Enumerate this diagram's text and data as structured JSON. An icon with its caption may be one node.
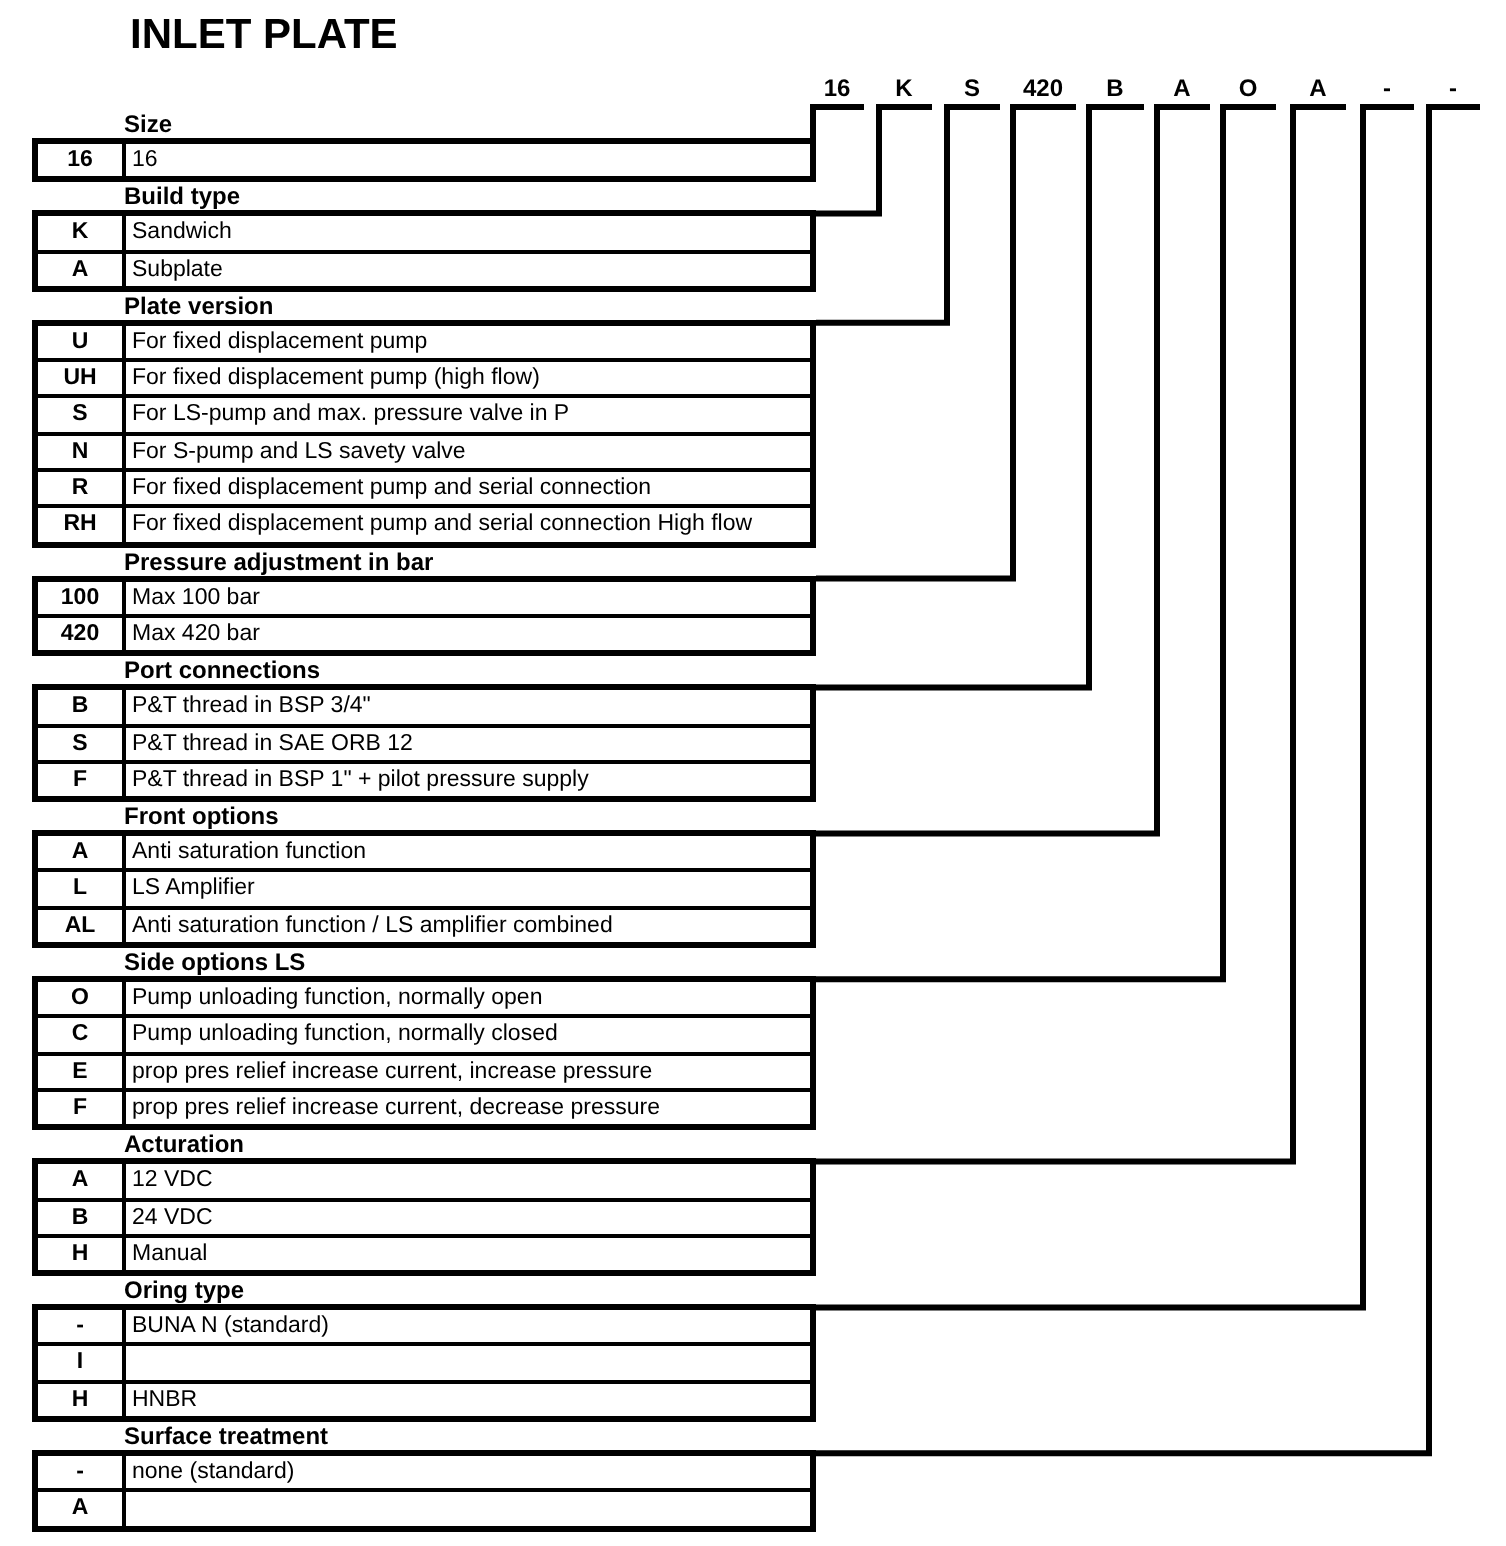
{
  "diagram": {
    "title": "INLET PLATE",
    "nodes": [
      {
        "text": [
          "16"
        ]
      },
      {
        "text": [
          "K"
        ]
      },
      {
        "text": [
          "S"
        ]
      },
      {
        "text": [
          "420"
        ]
      },
      {
        "text": [
          "B"
        ]
      },
      {
        "text": [
          "A"
        ]
      },
      {
        "text": [
          "O"
        ]
      },
      {
        "text": [
          "A"
        ]
      },
      {
        "text": [
          "-"
        ]
      },
      {
        "text": [
          "-"
        ]
      },
      {
        "text": [
          "Size"
        ]
      },
      {
        "text": [
          "16",
          "16"
        ],
        "in": 10
      },
      {
        "text": [
          "Build type"
        ]
      },
      {
        "text": [
          "K",
          "Sandwich"
        ],
        "in": 12
      },
      {
        "text": [
          "A",
          "Subplate"
        ],
        "in": 12
      },
      {
        "text": [
          "Plate version"
        ]
      },
      {
        "text": [
          "U",
          "For fixed displacement pump"
        ],
        "in": 15
      },
      {
        "text": [
          "UH",
          "For fixed displacement pump (high flow)"
        ],
        "in": 15
      },
      {
        "text": [
          "S",
          "For LS-pump and max. pressure valve in P"
        ],
        "in": 15
      },
      {
        "text": [
          "N",
          "For S-pump and LS savety valve"
        ],
        "in": 15
      },
      {
        "text": [
          "R",
          "For fixed displacement pump and serial connection"
        ],
        "in": 15
      },
      {
        "text": [
          "RH",
          "For fixed displacement pump and serial connection High flow"
        ],
        "in": 15
      },
      {
        "text": [
          "Pressure adjustment in bar"
        ]
      },
      {
        "text": [
          "100",
          "Max 100 bar"
        ],
        "in": 22
      },
      {
        "text": [
          "420",
          "Max 420 bar"
        ],
        "in": 22
      },
      {
        "text": [
          "Port connections"
        ]
      },
      {
        "text": [
          "B",
          "P&T thread in BSP 3/4\""
        ],
        "in": 25
      },
      {
        "text": [
          "S",
          "P&T thread in SAE ORB 12"
        ],
        "in": 25
      },
      {
        "text": [
          "F",
          "P&T thread in BSP 1\"  + pilot pressure supply"
        ],
        "in": 25
      },
      {
        "text": [
          "Front options"
        ]
      },
      {
        "text": [
          "A",
          "Anti saturation function"
        ],
        "in": 29
      },
      {
        "text": [
          "L",
          "LS Amplifier"
        ],
        "in": 29
      },
      {
        "text": [
          "AL",
          "Anti saturation function / LS amplifier combined"
        ],
        "in": 29
      },
      {
        "text": [
          "Side options LS"
        ]
      },
      {
        "text": [
          "O",
          "Pump unloading function, normally open"
        ],
        "in": 33
      },
      {
        "text": [
          "C",
          "Pump unloading function, normally closed"
        ],
        "in": 33
      },
      {
        "text": [
          "E",
          "prop pres relief increase current, increase pressure"
        ],
        "in": 33
      },
      {
        "text": [
          "F",
          "prop pres relief increase current, decrease pressure"
        ],
        "in": 33
      },
      {
        "text": [
          "Acturation"
        ]
      },
      {
        "text": [
          "A",
          "12 VDC"
        ],
        "in": 38
      },
      {
        "text": [
          "B",
          "24 VDC"
        ],
        "in": 38
      },
      {
        "text": [
          "H",
          "Manual"
        ],
        "in": 38
      },
      {
        "text": [
          "Oring type"
        ]
      },
      {
        "text": [
          "-",
          "BUNA N (standard)"
        ],
        "in": 42
      },
      {
        "text": [
          "I"
        ],
        "in": 42
      },
      {
        "text": [
          "H",
          "HNBR"
        ],
        "in": 42
      },
      {
        "text": [
          "Surface treatment"
        ]
      },
      {
        "text": [
          "-",
          "none (standard)"
        ],
        "in": 46
      },
      {
        "text": [
          "A"
        ],
        "in": 46
      }
    ],
    "edges": [
      {
        "from": 0,
        "to": 10,
        "arrow": "none"
      },
      {
        "from": 1,
        "to": 12,
        "arrow": "none"
      },
      {
        "from": 2,
        "to": 15,
        "arrow": "none"
      },
      {
        "from": 3,
        "to": 22,
        "arrow": "none"
      },
      {
        "from": 4,
        "to": 25,
        "arrow": "none"
      },
      {
        "from": 5,
        "to": 29,
        "arrow": "none"
      },
      {
        "from": 6,
        "to": 33,
        "arrow": "none"
      },
      {
        "from": 7,
        "to": 38,
        "arrow": "none"
      },
      {
        "from": 8,
        "to": 42,
        "arrow": "none"
      },
      {
        "from": 9,
        "to": 46,
        "arrow": "none"
      }
    ]
  }
}
